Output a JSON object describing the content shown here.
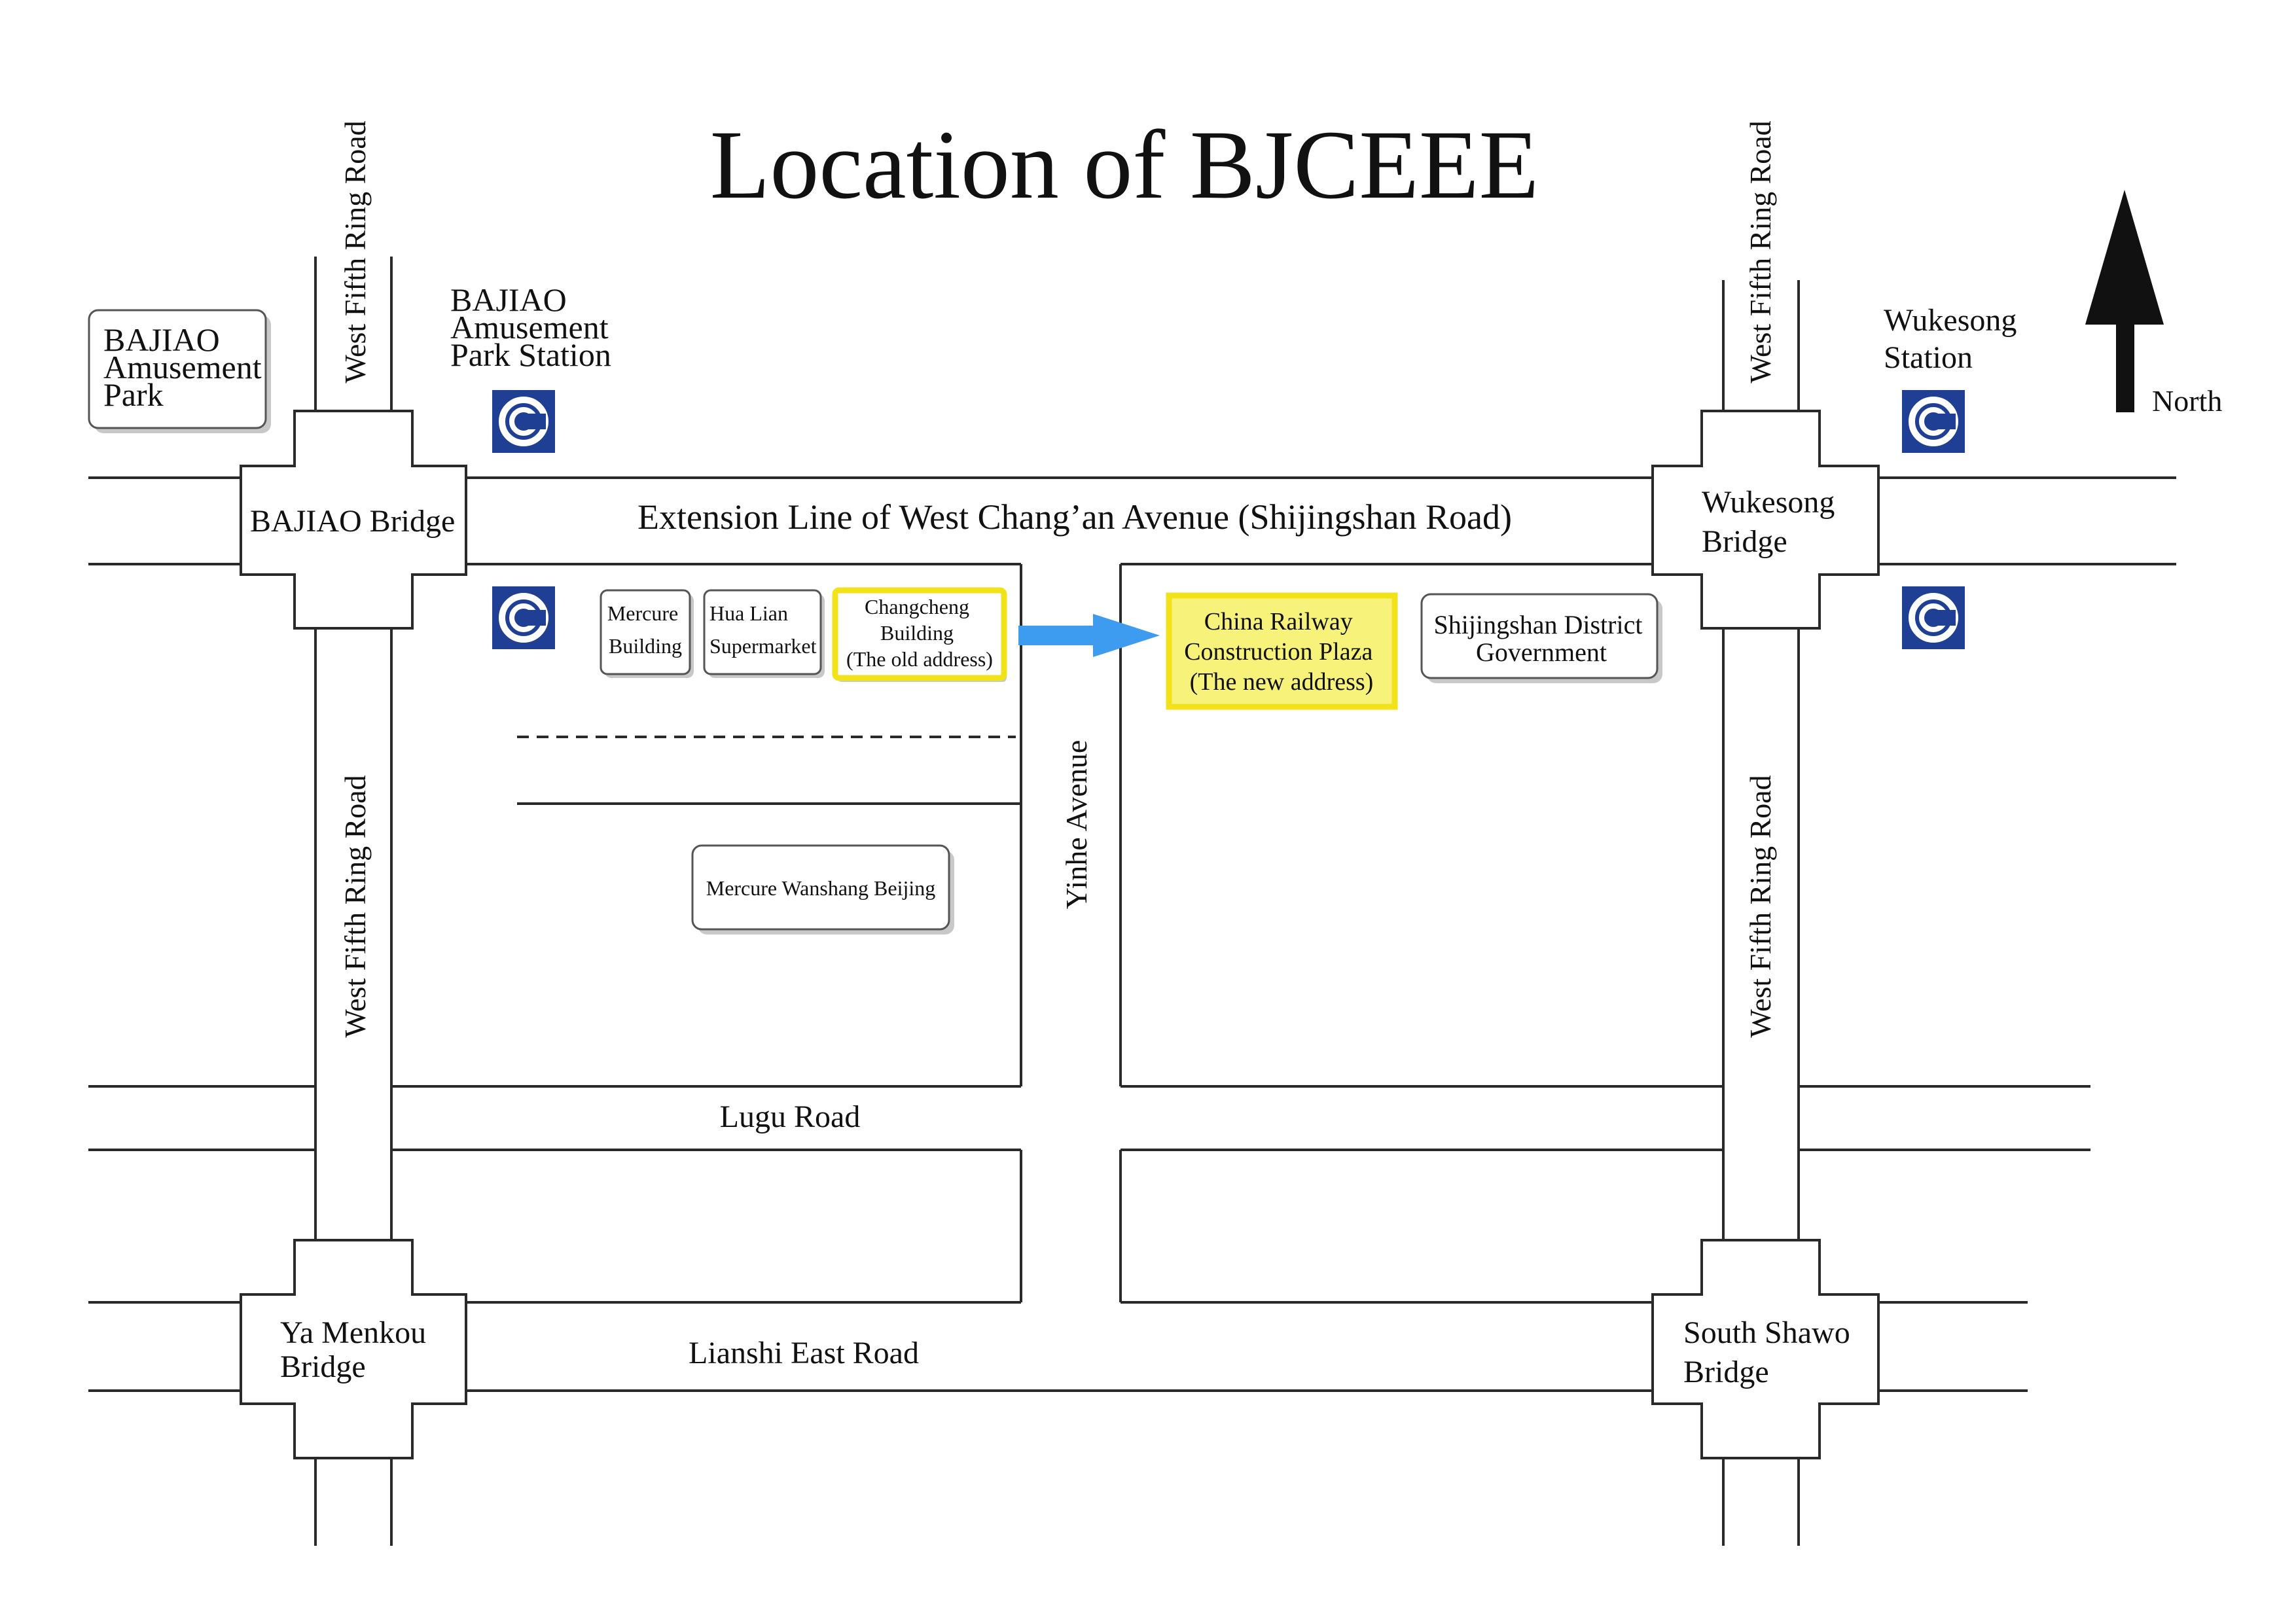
{
  "title": "Location of BJCEEE",
  "compass": {
    "label": "North"
  },
  "roads": {
    "ring_road_nw": "West Fifth Ring Road",
    "ring_road_ne": "West Fifth Ring Road",
    "ring_road_w": "West Fifth Ring Road",
    "ring_road_e": "West Fifth Ring Road",
    "main_avenue": "Extension Line of West Chang’an Avenue (Shijingshan Road)",
    "yinhe": "Yinhe Avenue",
    "lugu": "Lugu Road",
    "lianshi": "Lianshi East Road"
  },
  "bridges": {
    "bajiao": "BAJIAO Bridge",
    "wukesong": [
      "Wukesong",
      "Bridge"
    ],
    "yamenkou": [
      "Ya Menkou",
      "Bridge"
    ],
    "south_shawo": [
      "South Shawo",
      "Bridge"
    ]
  },
  "stations": {
    "bajiao_station": [
      "BAJIAO",
      "Amusement",
      "Park Station"
    ],
    "wukesong_station": [
      "Wukesong",
      "Station"
    ]
  },
  "places": {
    "bajiao_park": [
      "BAJIAO",
      "Amusement",
      "Park"
    ],
    "mercure_building": [
      "Mercure",
      "Building"
    ],
    "hua_lian": [
      "Hua Lian",
      "Supermarket"
    ],
    "changcheng": [
      "Changcheng",
      "Building",
      "(The old address)"
    ],
    "crcp": [
      "China Railway",
      "Construction Plaza",
      "(The new address)"
    ],
    "shijingshan_gov": [
      "Shijingshan District",
      "Government"
    ],
    "mercure_wanshang": "Mercure Wanshang Beijing"
  },
  "colors": {
    "highlight_fill": "#f6f27a",
    "highlight_border": "#f2e21a",
    "arrow": "#3d9bf0",
    "subway_icon": "#1f3f95"
  },
  "icons": {
    "subway": "subway-logo-icon",
    "north_arrow": "north-arrow-icon",
    "direction_arrow": "arrow-right-icon"
  }
}
